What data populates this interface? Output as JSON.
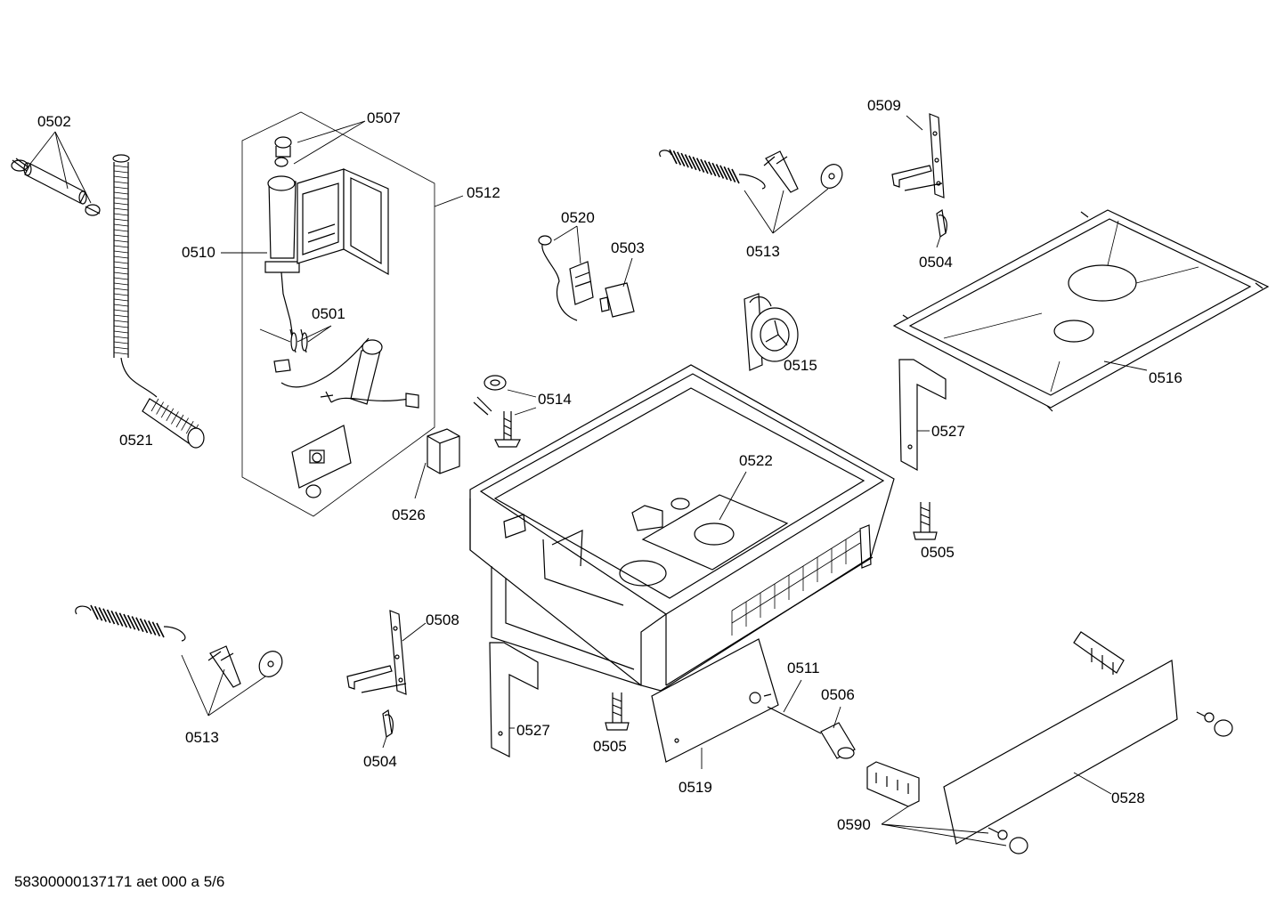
{
  "diagram": {
    "labels": {
      "l0502": "0502",
      "l0507": "0507",
      "l0512": "0512",
      "l0510": "0510",
      "l0501": "0501",
      "l0521": "0521",
      "l0526": "0526",
      "l0520": "0520",
      "l0503": "0503",
      "l0513a": "0513",
      "l0509": "0509",
      "l0504a": "0504",
      "l0515": "0515",
      "l0516": "0516",
      "l0514": "0514",
      "l0522": "0522",
      "l0527a": "0527",
      "l0505a": "0505",
      "l0513b": "0513",
      "l0508": "0508",
      "l0504b": "0504",
      "l0527b": "0527",
      "l0505b": "0505",
      "l0511": "0511",
      "l0506": "0506",
      "l0519": "0519",
      "l0528": "0528",
      "l0590": "0590"
    }
  },
  "footer": {
    "doc_id": "58300000137171 aet 000 a 5/6"
  }
}
